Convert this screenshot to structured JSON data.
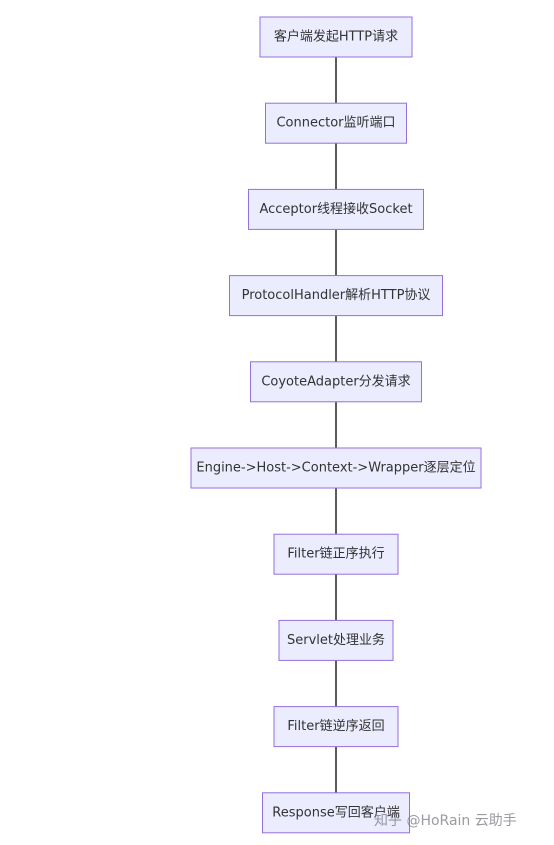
{
  "flowchart": {
    "nodes": [
      {
        "id": "n1",
        "label": "客户端发起HTTP请求"
      },
      {
        "id": "n2",
        "label": "Connector监听端口"
      },
      {
        "id": "n3",
        "label": "Acceptor线程接收Socket"
      },
      {
        "id": "n4",
        "label": "ProtocolHandler解析HTTP协议"
      },
      {
        "id": "n5",
        "label": "CoyoteAdapter分发请求"
      },
      {
        "id": "n6",
        "label": "Engine->Host->Context->Wrapper逐层定位"
      },
      {
        "id": "n7",
        "label": "Filter链正序执行"
      },
      {
        "id": "n8",
        "label": "Servlet处理业务"
      },
      {
        "id": "n9",
        "label": "Filter链逆序返回"
      },
      {
        "id": "n10",
        "label": "Response写回客户端"
      }
    ],
    "edges": [
      {
        "from": "n1",
        "to": "n2"
      },
      {
        "from": "n2",
        "to": "n3"
      },
      {
        "from": "n3",
        "to": "n4"
      },
      {
        "from": "n4",
        "to": "n5"
      },
      {
        "from": "n5",
        "to": "n6"
      },
      {
        "from": "n6",
        "to": "n7"
      },
      {
        "from": "n7",
        "to": "n8"
      },
      {
        "from": "n8",
        "to": "n9"
      },
      {
        "from": "n9",
        "to": "n10"
      }
    ]
  },
  "watermark": {
    "text": "知乎 @HoRain 云助手"
  }
}
